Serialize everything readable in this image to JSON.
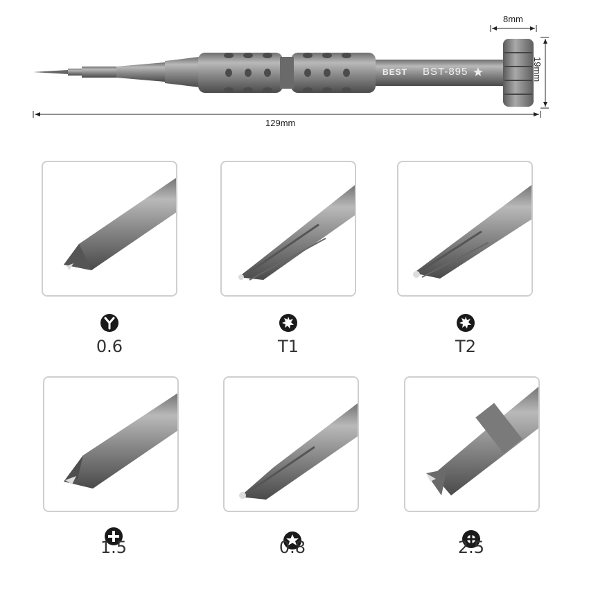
{
  "screwdriver": {
    "model_text": "BST-895",
    "brand_text": "BEST",
    "dimensions": {
      "length": "129mm",
      "cap_width": "8mm",
      "cap_height": "19mm"
    }
  },
  "bits": [
    {
      "size": "0.6",
      "icon": "y-tip-icon"
    },
    {
      "size": "T1",
      "icon": "torx-star-icon"
    },
    {
      "size": "T2",
      "icon": "torx-star-icon"
    },
    {
      "size": "1.5",
      "icon": "phillips-cross-icon"
    },
    {
      "size": "0.8",
      "icon": "pentalobe-icon"
    },
    {
      "size": "2.5",
      "icon": "tri-wing-icon"
    }
  ],
  "colors": {
    "metal": "#8d8d8d",
    "metal_dark": "#555555",
    "card_border": "#cfcfcf",
    "icon": "#1a1a1a"
  }
}
